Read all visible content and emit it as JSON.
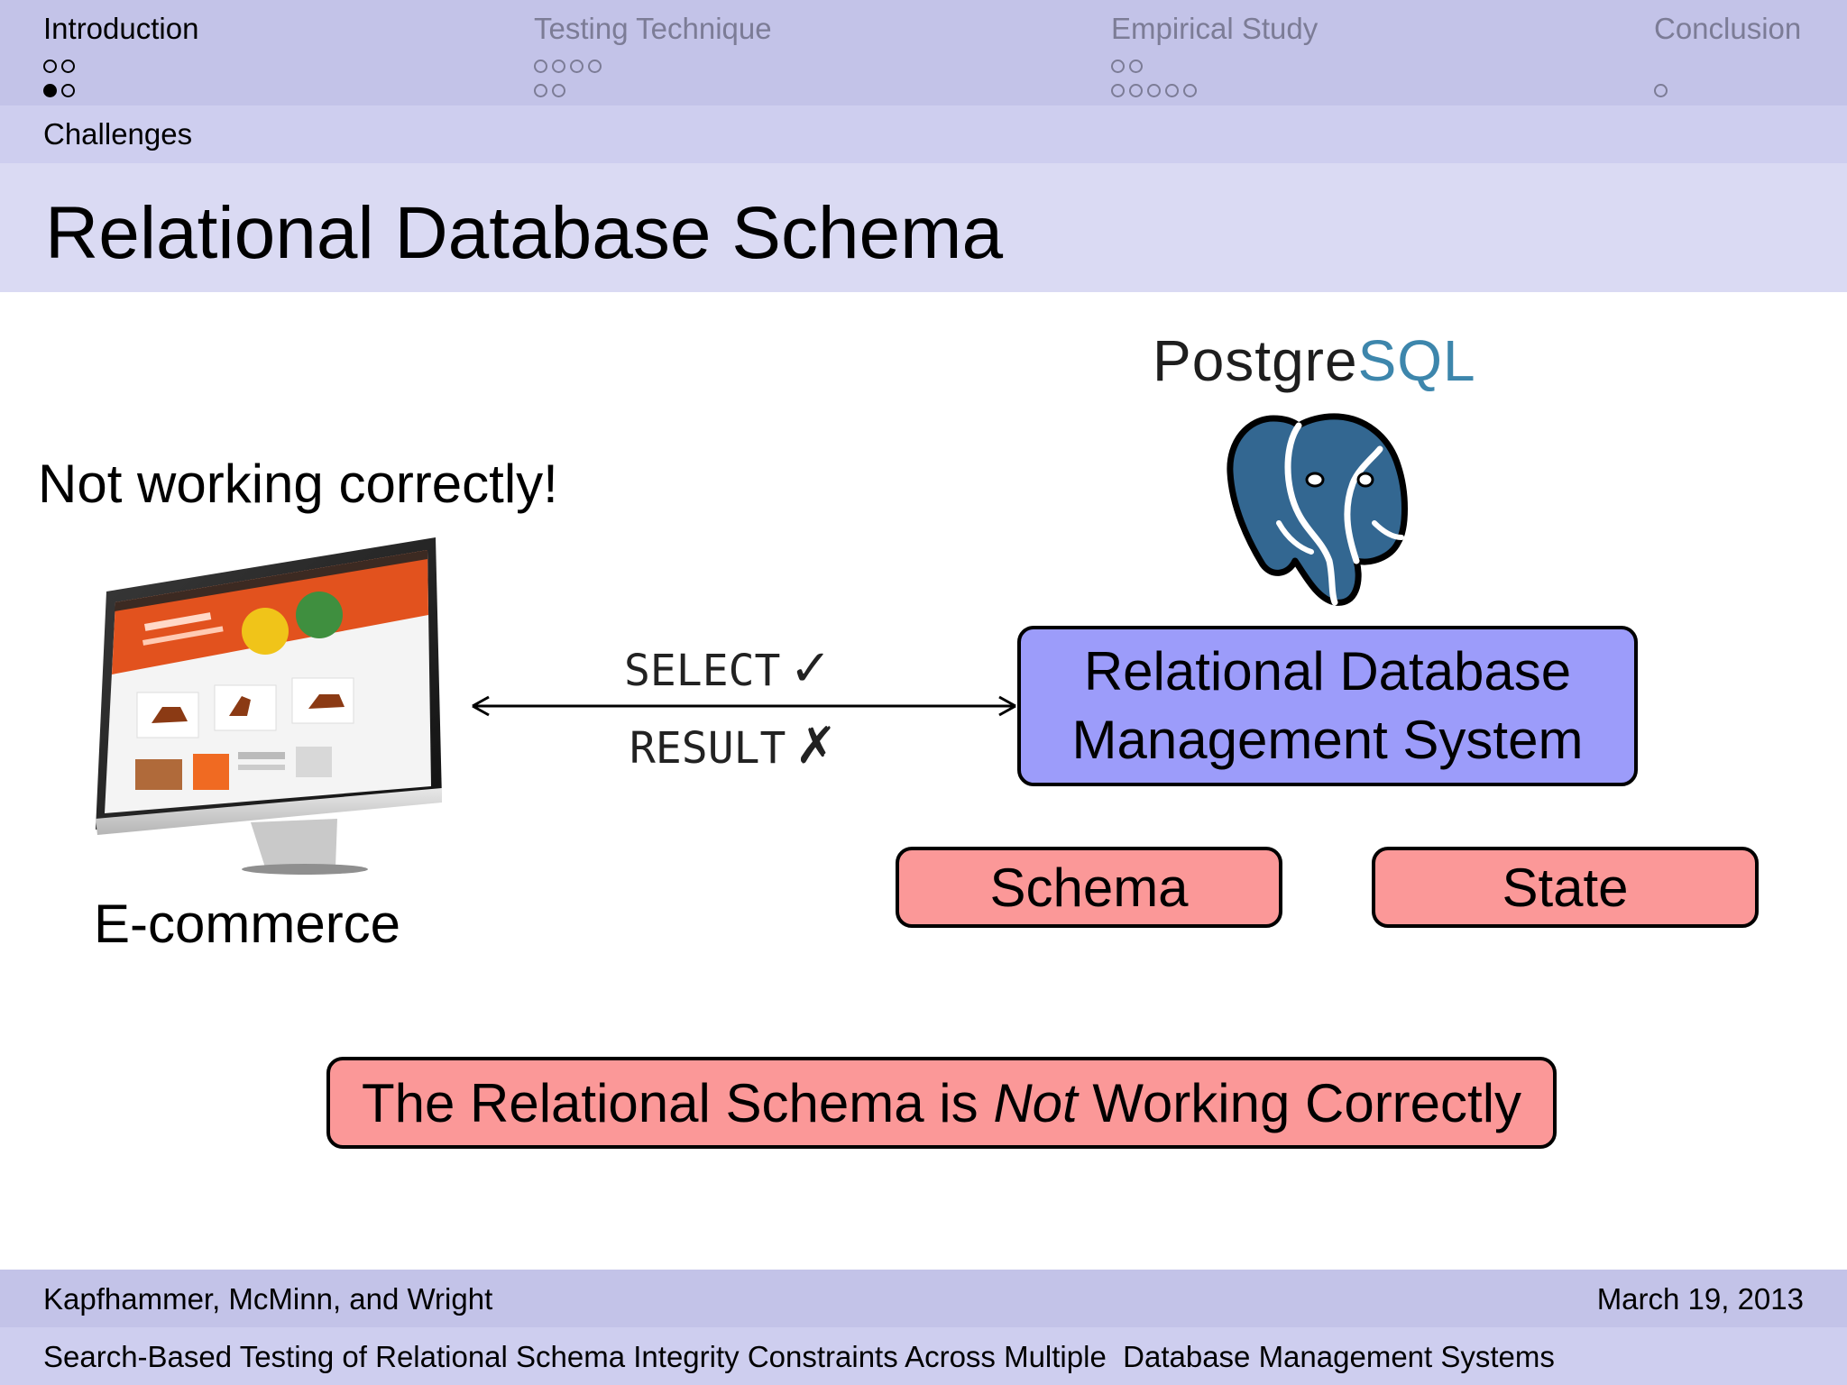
{
  "nav": {
    "sections": [
      {
        "title": "Introduction",
        "active": true,
        "rows": [
          [
            0,
            0
          ],
          [
            1,
            0
          ]
        ]
      },
      {
        "title": "Testing Technique",
        "active": false,
        "rows": [
          [
            0,
            0,
            0,
            0
          ],
          [
            0,
            0
          ]
        ]
      },
      {
        "title": "Empirical Study",
        "active": false,
        "rows": [
          [
            0,
            0
          ],
          [
            0,
            0,
            0,
            0,
            0
          ]
        ]
      },
      {
        "title": "Conclusion",
        "active": false,
        "rows": [
          [],
          [
            0
          ]
        ]
      }
    ],
    "subsection": "Challenges"
  },
  "frame_title": "Relational Database Schema",
  "content": {
    "not_working": "Not working correctly!",
    "ecommerce_label": "E-commerce",
    "select_label": "SELECT",
    "select_mark": "✓",
    "result_label": "RESULT",
    "result_mark": "✗",
    "logo_postgre": "Postgre",
    "logo_sql": "SQL",
    "rdbms": "Relational Database Management System",
    "schema": "Schema",
    "state": "State",
    "conclusion_before": "The Relational Schema is ",
    "conclusion_emph": "Not",
    "conclusion_after": " Working Correctly"
  },
  "footer": {
    "authors": "Kapfhammer, McMinn, and Wright",
    "date": "March 19, 2013",
    "title": "Search-Based Testing of Relational Schema Integrity Constraints Across Multiple  Database Management Systems"
  },
  "colors": {
    "nav_bar": "#c3c3e8",
    "title_bar": "#dadaf3",
    "rdbms_fill": "#9c9cfa",
    "red_box_fill": "#fb9898",
    "postgres_blue": "#336791"
  }
}
